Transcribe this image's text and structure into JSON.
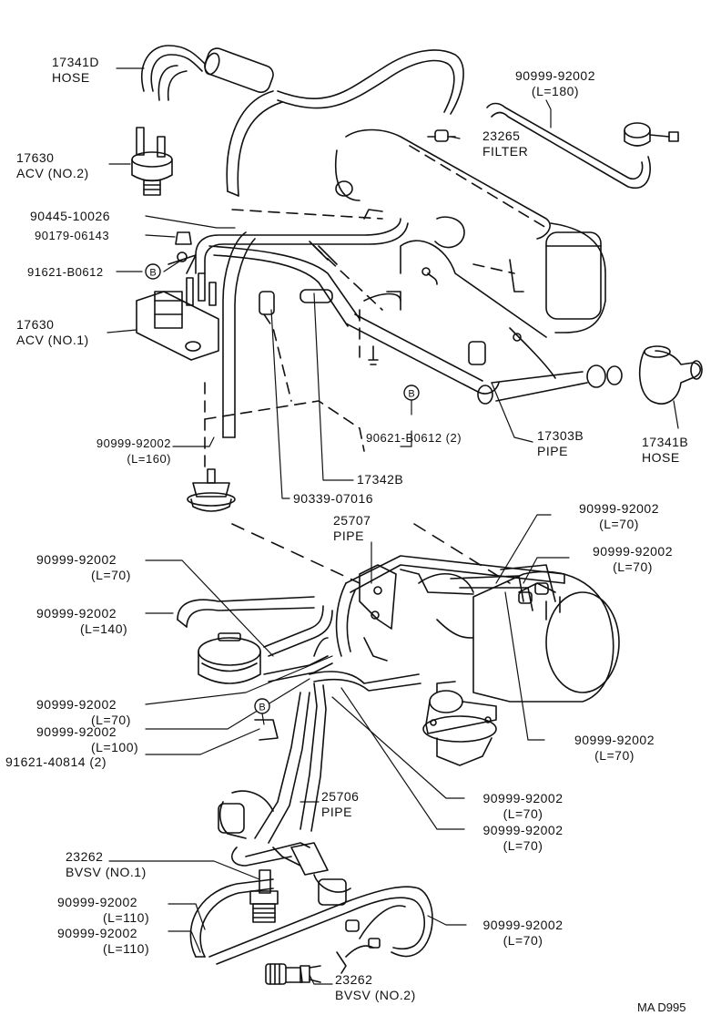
{
  "labels": {
    "hose_17341d": {
      "part": "17341D",
      "desc": "HOSE"
    },
    "acv2": {
      "part": "17630",
      "desc": "ACV (NO.2)"
    },
    "p90445": {
      "part": "90445-10026"
    },
    "p90179": {
      "part": "90179-06143"
    },
    "p91621_b": {
      "part": "91621-B0612"
    },
    "acv1": {
      "part": "17630",
      "desc": "ACV (NO.1)"
    },
    "hose_160": {
      "part": "90999-92002",
      "len": "(L=160)"
    },
    "hose_180": {
      "part": "90999-92002",
      "len": "(L=180)"
    },
    "filter": {
      "part": "23265",
      "desc": "FILTER"
    },
    "p90621": {
      "part": "90621-B0612 (2)"
    },
    "pipe_17303b": {
      "part": "17303B",
      "desc": "PIPE"
    },
    "hose_17341b": {
      "part": "17341B",
      "desc": "HOSE"
    },
    "p17342b": {
      "part": "17342B"
    },
    "p90339": {
      "part": "90339-07016"
    },
    "pipe_25707": {
      "part": "25707",
      "desc": "PIPE"
    },
    "hose_r70a": {
      "part": "90999-92002",
      "len": "(L=70)"
    },
    "hose_r70b": {
      "part": "90999-92002",
      "len": "(L=70)"
    },
    "hose_l70a": {
      "part": "90999-92002",
      "len": "(L=70)"
    },
    "hose_l140": {
      "part": "90999-92002",
      "len": "(L=140)"
    },
    "hose_l70b": {
      "part": "90999-92002",
      "len": "(L=70)"
    },
    "hose_l100": {
      "part": "90999-92002",
      "len": "(L=100)"
    },
    "p91621_40814": {
      "part": "91621-40814 (2)"
    },
    "hose_r70c": {
      "part": "90999-92002",
      "len": "(L=70)"
    },
    "pipe_25706": {
      "part": "25706",
      "desc": "PIPE"
    },
    "hose_m70a": {
      "part": "90999-92002",
      "len": "(L=70)"
    },
    "hose_m70b": {
      "part": "90999-92002",
      "len": "(L=70)"
    },
    "bvsv1": {
      "part": "23262",
      "desc": "BVSV (NO.1)"
    },
    "hose_l110a": {
      "part": "90999-92002",
      "len": "(L=110)"
    },
    "hose_l110b": {
      "part": "90999-92002",
      "len": "(L=110)"
    },
    "hose_r70d": {
      "part": "90999-92002",
      "len": "(L=70)"
    },
    "bvsv2": {
      "part": "23262",
      "desc": "BVSV (NO.2)"
    }
  },
  "markers": {
    "b": "B"
  },
  "footer": {
    "code": "MA D995"
  }
}
